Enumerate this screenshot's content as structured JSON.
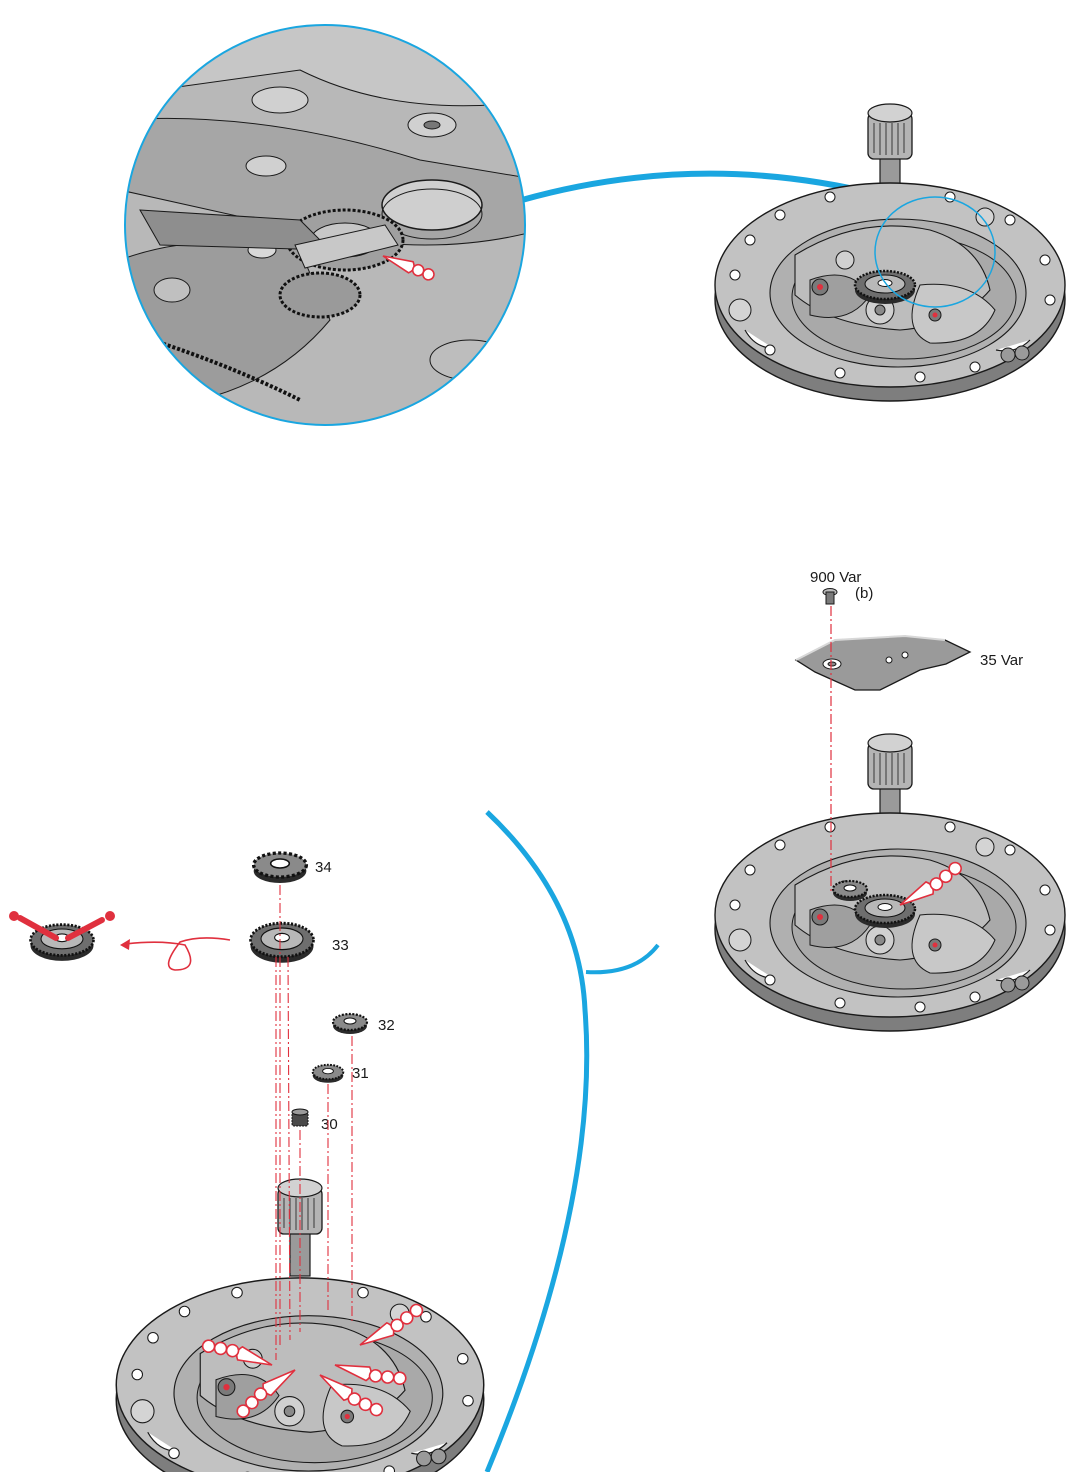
{
  "colors": {
    "accent_blue": "#1aa6e0",
    "oil_red": "#e0303e",
    "metal_light": "#c9c9c9",
    "metal_mid": "#9c9c9c",
    "metal_dark": "#5a5a5a",
    "line": "#1a1a1a"
  },
  "parts": {
    "p900": "900 Var",
    "p900_sub": "(b)",
    "p35": "35 Var",
    "p34": "34",
    "p33": "33",
    "p32": "32",
    "p31": "31",
    "p30": "30"
  },
  "icons": {
    "oiler": "oil-dropper-icon",
    "rotate": "rotate-arrow-icon"
  }
}
